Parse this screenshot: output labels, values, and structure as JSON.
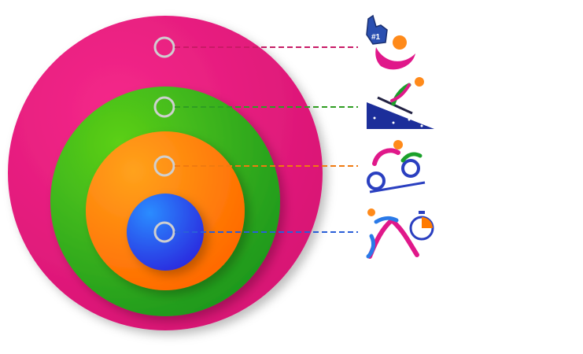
{
  "diagram": {
    "background": "#ffffff",
    "levels": [
      {
        "id": "level-1",
        "color": "#ec1a7a",
        "line_color": "#d41a6e",
        "icon": "fan-foam-finger-icon",
        "badge_text": "#1"
      },
      {
        "id": "level-2",
        "color": "#2faa1c",
        "line_color": "#2e9e22",
        "icon": "skier-icon"
      },
      {
        "id": "level-3",
        "color": "#ff7a00",
        "line_color": "#f07a10",
        "icon": "cyclist-icon"
      },
      {
        "id": "level-4",
        "color": "#2a64e8",
        "line_color": "#2a5fd8",
        "icon": "runner-stopwatch-icon"
      }
    ],
    "marker_stroke": "#cccccc"
  }
}
